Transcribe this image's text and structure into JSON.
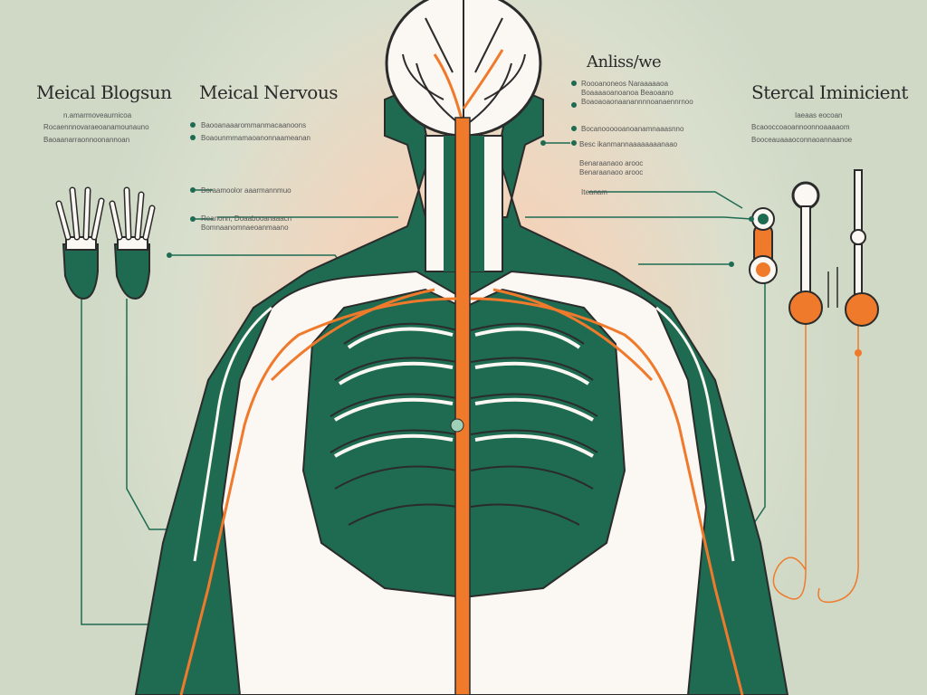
{
  "labels": {
    "top_left": "Meical Blogsun",
    "top_left_2": "Meical Nervous",
    "top_center_right": "Anliss/we",
    "top_right": "Stercal Iminicient"
  },
  "captions": {
    "tl_1": "n.amarmoveaurnicoa",
    "tl_2": "Rocaennnovaraeoanamounauno",
    "tl_3": "Baoaanarraonnoonannoan",
    "tm_1": "Baooanaaarommanmacaanoons",
    "tm_2": "Boaounmmamaoanonnaameanan",
    "tm_3": "Boraamoolor aaarmannmuo",
    "tm_4": "Reanonn, Doaabooanaaacn",
    "tm_5": "Bomnaanomnaeoanmaano",
    "tr_1": "Roooanoneos Naraaaaaoa",
    "tr_2": "Boaaaaoanoanoa Beaoaano",
    "tr_3": "Boaoaoaonaanannnnoanaennrnoo",
    "tr_4": "Bocanoooooanoanamnaaasnno",
    "tr_5": "Besc ikanmannaaaaaaaanaao",
    "tr_6": "Benaraanaoo arooc",
    "tr_7": "Iteanam",
    "fr_1": "Iaeaas eocoan",
    "fr_2": "Bcaooccoaoannoonnoaaaaom",
    "fr_3": "Booceauaaaoconnaoannaanoe"
  },
  "colors": {
    "green": "#1e6b52",
    "orange": "#f07a2c",
    "outline": "#2b2b2b",
    "body_white": "#fbf7f2"
  }
}
